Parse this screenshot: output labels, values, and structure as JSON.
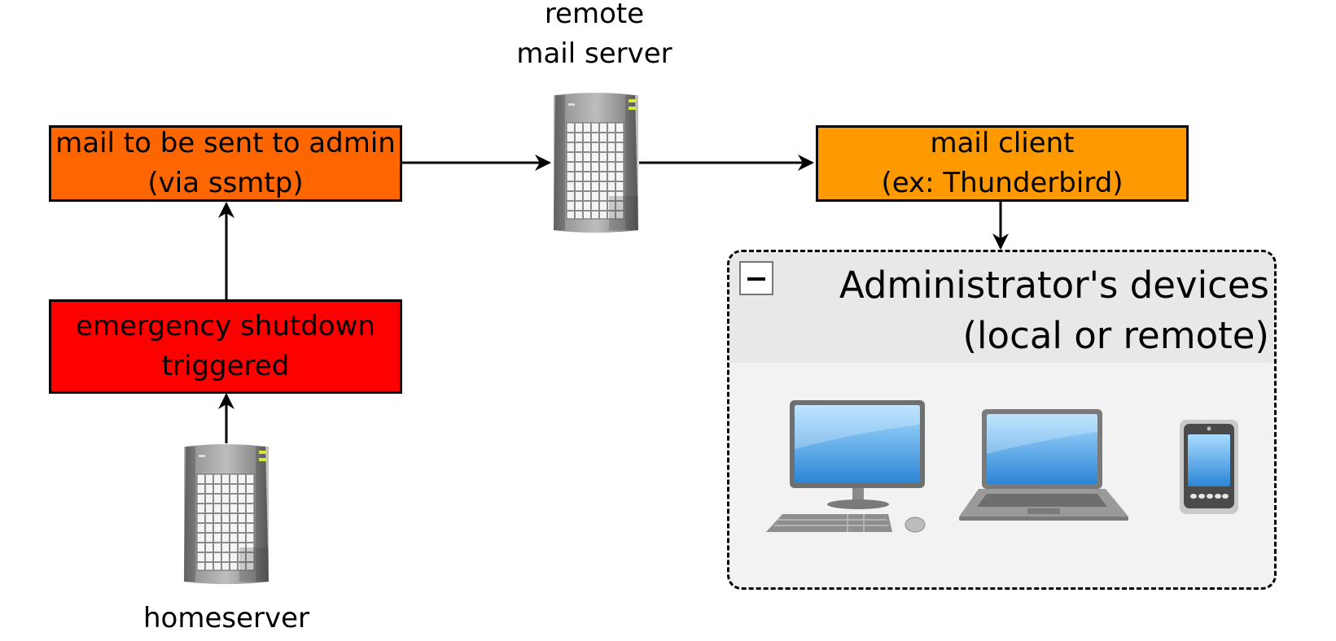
{
  "nodes": {
    "mail_box": {
      "line1": "mail to be sent to admin",
      "line2": "(via ssmtp)",
      "fill": "#ff6600"
    },
    "shutdown_box": {
      "line1": "emergency shutdown",
      "line2": "triggered",
      "fill": "#ff0000"
    },
    "client_box": {
      "line1": "mail client",
      "line2": "(ex: Thunderbird)",
      "fill": "#ff9900"
    },
    "remote_server": {
      "line1": "remote",
      "line2": "mail server"
    },
    "homeserver": {
      "label": "homeserver"
    }
  },
  "group": {
    "title_line1": "Administrator's devices",
    "title_line2": "(local or remote)",
    "devices": [
      "desktop-computer-icon",
      "laptop-icon",
      "smartphone-icon"
    ]
  }
}
